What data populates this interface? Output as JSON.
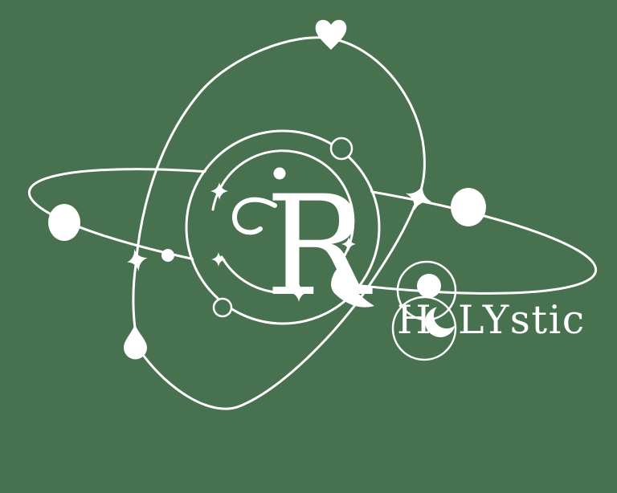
{
  "canvas": {
    "background_color": "#48714F",
    "ink_color": "#FFFFFF"
  },
  "brand": {
    "monogram_letter": "R",
    "wordmark_prefix": "H",
    "wordmark_suffix": "LYstic",
    "wordmark_full": "HOLYstic",
    "wordmark_moon_replaces": "O"
  },
  "motifs": {
    "orbit_shapes": [
      "horizontal-orbit",
      "heart-orbit",
      "inner-spiral-ring"
    ],
    "accent_shapes": [
      "heart",
      "crescent-moon",
      "teardrop",
      "sparkle",
      "planet"
    ],
    "planet_count": 4,
    "sparkle_count": 6,
    "ring_node_count": 2
  }
}
